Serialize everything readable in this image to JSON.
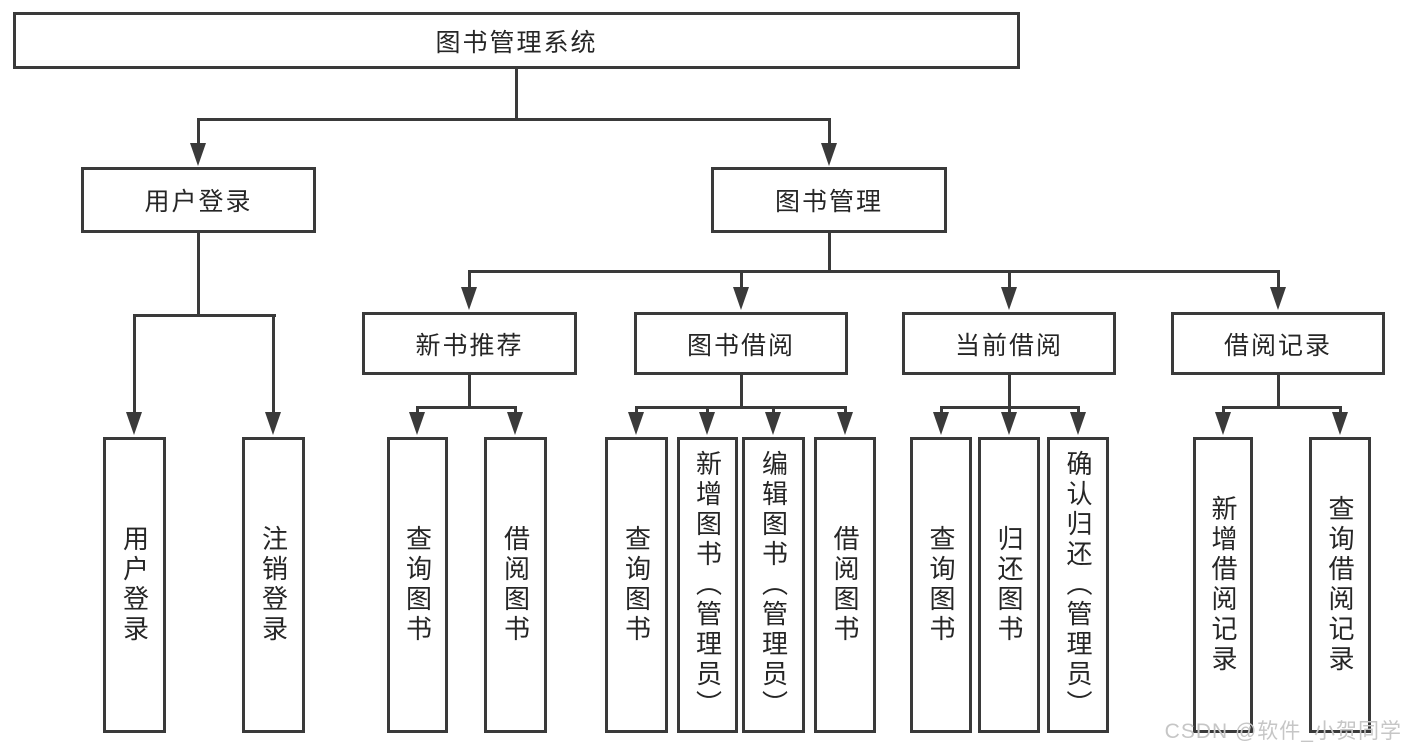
{
  "diagram_title": "图书管理系统",
  "tree": {
    "root": {
      "label": "图书管理系统",
      "children": [
        {
          "label": "用户登录",
          "children": [
            {
              "label": "用户登录"
            },
            {
              "label": "注销登录"
            }
          ]
        },
        {
          "label": "图书管理",
          "children": [
            {
              "label": "新书推荐",
              "children": [
                {
                  "label": "查询图书"
                },
                {
                  "label": "借阅图书"
                }
              ]
            },
            {
              "label": "图书借阅",
              "children": [
                {
                  "label": "查询图书"
                },
                {
                  "label": "新增图书（管理员）"
                },
                {
                  "label": "编辑图书（管理员）"
                },
                {
                  "label": "借阅图书"
                }
              ]
            },
            {
              "label": "当前借阅",
              "children": [
                {
                  "label": "查询图书"
                },
                {
                  "label": "归还图书"
                },
                {
                  "label": "确认归还（管理员）"
                }
              ]
            },
            {
              "label": "借阅记录",
              "children": [
                {
                  "label": "新增借阅记录"
                },
                {
                  "label": "查询借阅记录"
                }
              ]
            }
          ]
        }
      ]
    }
  },
  "watermark": {
    "text": "CSDN @软件_小贺同学"
  },
  "colors": {
    "line": "#3a3a3a",
    "text": "#262626",
    "background": "#ffffff",
    "watermark": "#c6c6c6"
  }
}
